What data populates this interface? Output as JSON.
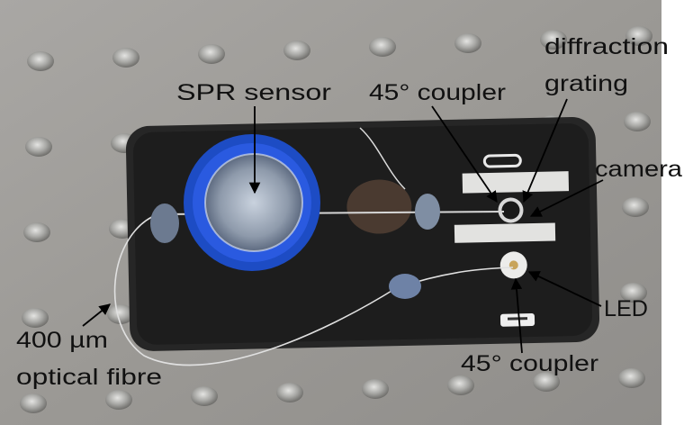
{
  "labels": {
    "spr_sensor": "SPR sensor",
    "coupler_top": "45° coupler",
    "diffraction": "diffraction",
    "grating": "grating",
    "camera": "camera",
    "led": "LED",
    "coupler_bottom": "45° coupler",
    "fibre_line1": "400 µm",
    "fibre_line2": "optical fibre"
  },
  "colors": {
    "table": "#9c9a97",
    "phone": "#232323",
    "cap": "#1f4fc9",
    "text": "#111111"
  }
}
